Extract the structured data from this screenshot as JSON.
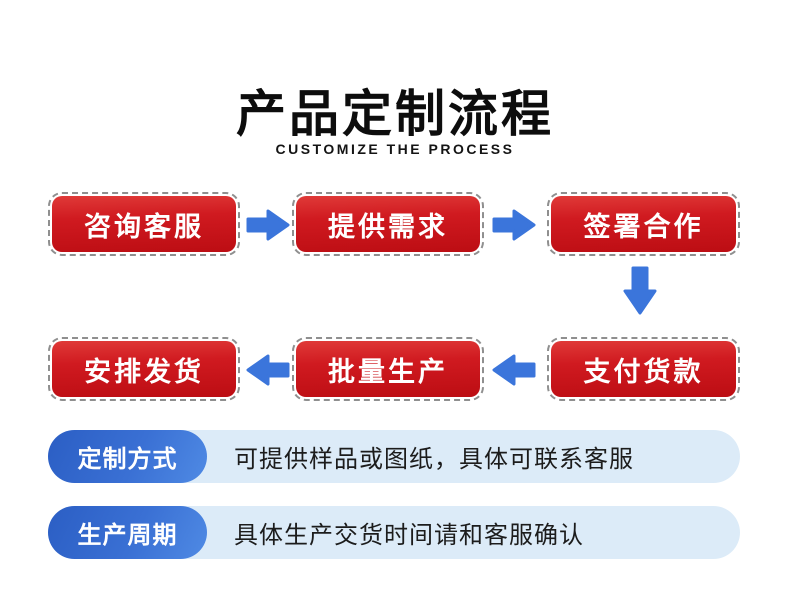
{
  "header": {
    "title": "产品定制流程",
    "subtitle": "CUSTOMIZE THE PROCESS"
  },
  "flow": {
    "row1": [
      "咨询客服",
      "提供需求",
      "签署合作"
    ],
    "row2": [
      "安排发货",
      "批量生产",
      "支付货款"
    ]
  },
  "info_rows": [
    {
      "label": "定制方式",
      "text": "可提供样品或图纸，具体可联系客服"
    },
    {
      "label": "生产周期",
      "text": "具体生产交货时间请和客服确认"
    }
  ],
  "colors": {
    "box_red_top": "#e03a38",
    "box_red_bottom": "#bc0d13",
    "dashed_border": "#8f8f8f",
    "arrow_blue": "#3b75db",
    "label_blue_dark": "#2b5ec4",
    "label_blue_light": "#4f8ae4",
    "info_pill_bg": "#dcebf8",
    "title_color": "#0d0d0d"
  }
}
